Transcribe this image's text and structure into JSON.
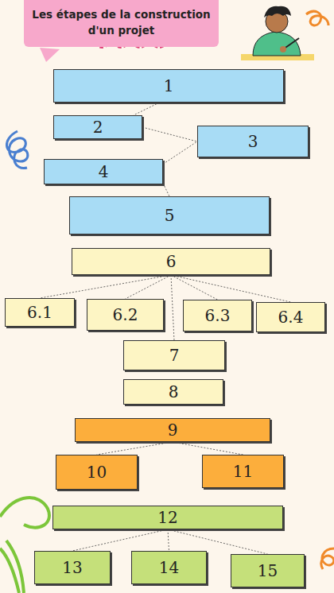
{
  "diagram": {
    "title": "Les étapes de la construction d'un projet",
    "nodes": [
      {
        "text": [
          "1"
        ]
      },
      {
        "text": [
          "2"
        ]
      },
      {
        "text": [
          "3"
        ]
      },
      {
        "text": [
          "4"
        ]
      },
      {
        "text": [
          "5"
        ]
      },
      {
        "text": [
          "6"
        ]
      },
      {
        "text": [
          "6.1"
        ]
      },
      {
        "text": [
          "6.2"
        ]
      },
      {
        "text": [
          "6.3"
        ]
      },
      {
        "text": [
          "6.4"
        ]
      },
      {
        "text": [
          "7"
        ]
      },
      {
        "text": [
          "8"
        ]
      },
      {
        "text": [
          "9"
        ]
      },
      {
        "text": [
          "10"
        ]
      },
      {
        "text": [
          "11"
        ]
      },
      {
        "text": [
          "12"
        ]
      },
      {
        "text": [
          "13"
        ]
      },
      {
        "text": [
          "14"
        ]
      },
      {
        "text": [
          "15"
        ]
      }
    ],
    "edges": [
      {
        "from": 0,
        "to": 1,
        "arrow": "none"
      },
      {
        "from": 1,
        "to": 2,
        "arrow": "none"
      },
      {
        "from": 3,
        "to": 2,
        "arrow": "none"
      },
      {
        "from": 3,
        "to": 4,
        "arrow": "none"
      },
      {
        "from": 5,
        "to": 6,
        "arrow": "none"
      },
      {
        "from": 5,
        "to": 7,
        "arrow": "none"
      },
      {
        "from": 5,
        "to": 8,
        "arrow": "none"
      },
      {
        "from": 5,
        "to": 9,
        "arrow": "none"
      },
      {
        "from": 5,
        "to": 10,
        "arrow": "none"
      },
      {
        "from": 12,
        "to": 13,
        "arrow": "none"
      },
      {
        "from": 12,
        "to": 14,
        "arrow": "none"
      },
      {
        "from": 15,
        "to": 16,
        "arrow": "none"
      },
      {
        "from": 15,
        "to": 17,
        "arrow": "none"
      },
      {
        "from": 15,
        "to": 18,
        "arrow": "none"
      }
    ]
  }
}
